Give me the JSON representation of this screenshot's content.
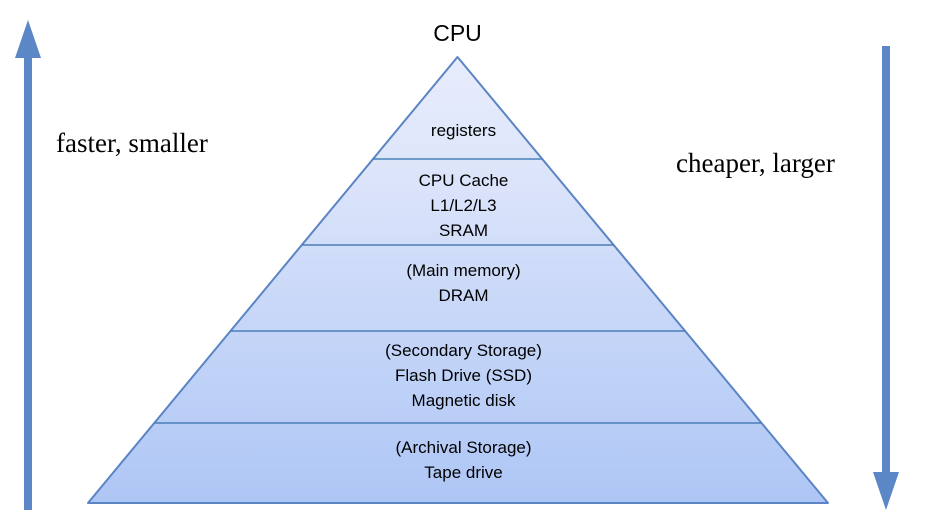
{
  "diagram": {
    "title_caption": "CPU",
    "left_caption": "faster, smaller",
    "right_caption": "cheaper, larger",
    "colors": {
      "fill_top": "#e4eafb",
      "fill_bottom": "#aec6f5",
      "border": "#5b84c4",
      "divider": "#4a7ebb",
      "arrow": "#5b87c6",
      "text": "#000000"
    },
    "arrows": [
      {
        "name": "faster-smaller-arrow",
        "direction": "up",
        "side": "left"
      },
      {
        "name": "cheaper-larger-arrow",
        "direction": "down",
        "side": "right"
      }
    ],
    "tiers": [
      {
        "name": "registers",
        "lines": [
          "registers"
        ]
      },
      {
        "name": "cpu-cache",
        "lines": [
          "CPU Cache",
          "L1/L2/L3",
          "SRAM"
        ]
      },
      {
        "name": "main-memory",
        "lines": [
          "(Main memory)",
          "DRAM"
        ]
      },
      {
        "name": "secondary-storage",
        "lines": [
          "(Secondary Storage)",
          "Flash Drive (SSD)",
          "Magnetic disk"
        ]
      },
      {
        "name": "archival-storage",
        "lines": [
          "(Archival Storage)",
          "Tape drive"
        ]
      }
    ]
  }
}
